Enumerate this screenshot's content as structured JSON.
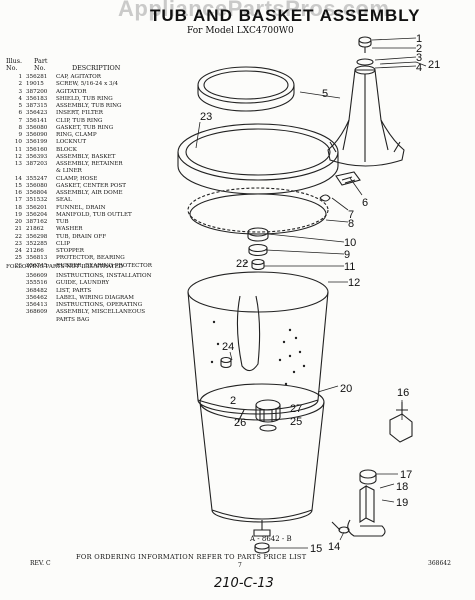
{
  "header": {
    "watermark": "AppliancePartsPros.com",
    "title": "TUB AND BASKET ASSEMBLY",
    "subtitle": "For Model LXC4700W0"
  },
  "parts_table": {
    "col_illus": "Illus.",
    "col_no": "No.",
    "col_part": "Part",
    "col_part_no": "No.",
    "col_desc": "DESCRIPTION",
    "rows": [
      {
        "illus": "1",
        "part": "356281",
        "desc": "CAP, AGITATOR"
      },
      {
        "illus": "2",
        "part": "19015",
        "desc": "SCREW, 5/16-24 x 3/4"
      },
      {
        "illus": "3",
        "part": "387200",
        "desc": "AGITATOR"
      },
      {
        "illus": "4",
        "part": "356183",
        "desc": "SHIELD, TUB RING"
      },
      {
        "illus": "5",
        "part": "387315",
        "desc": "ASSEMBLY, TUB RING"
      },
      {
        "illus": "6",
        "part": "356423",
        "desc": "INSERT, FILTER"
      },
      {
        "illus": "7",
        "part": "356141",
        "desc": "CLIP, TUB RING"
      },
      {
        "illus": "8",
        "part": "356080",
        "desc": "GASKET, TUB RING"
      },
      {
        "illus": "9",
        "part": "356090",
        "desc": "RING, CLAMP"
      },
      {
        "illus": "10",
        "part": "356199",
        "desc": "LOCKNUT"
      },
      {
        "illus": "11",
        "part": "356160",
        "desc": "BLOCK"
      },
      {
        "illus": "12",
        "part": "356393",
        "desc": "ASSEMBLY, BASKET"
      },
      {
        "illus": "13",
        "part": "387203",
        "desc": "ASSEMBLY, RETAINER"
      },
      {
        "illus": "",
        "part": "",
        "desc": "& LINER"
      },
      {
        "illus": "14",
        "part": "355247",
        "desc": "CLAMP, HOSE"
      },
      {
        "illus": "15",
        "part": "356080",
        "desc": "GASKET, CENTER POST"
      },
      {
        "illus": "16",
        "part": "356804",
        "desc": "ASSEMBLY, AIR DOME"
      },
      {
        "illus": "17",
        "part": "351532",
        "desc": "SEAL"
      },
      {
        "illus": "18",
        "part": "356201",
        "desc": "FUNNEL, DRAIN"
      },
      {
        "illus": "19",
        "part": "356204",
        "desc": "MANIFOLD, TUB OUTLET"
      },
      {
        "illus": "20",
        "part": "387162",
        "desc": "TUB"
      },
      {
        "illus": "21",
        "part": "21862",
        "desc": "WASHER"
      },
      {
        "illus": "22",
        "part": "356298",
        "desc": "TUB, DRAIN OFF"
      },
      {
        "illus": "23",
        "part": "352285",
        "desc": "CLIP"
      },
      {
        "illus": "24",
        "part": "21266",
        "desc": "STOPPER"
      },
      {
        "illus": "25",
        "part": "356813",
        "desc": "PROTECTOR, BEARING"
      },
      {
        "illus": "26",
        "part": "356745",
        "desc": "RUBBER, BEARING PROTECTOR"
      }
    ]
  },
  "not_illustrated": {
    "heading": "FOLLOWING PARTS NOT ILLUSTRATED",
    "rows": [
      {
        "part": "356609",
        "desc": "INSTRUCTIONS, INSTALLATION"
      },
      {
        "part": "355516",
        "desc": "GUIDE, LAUNDRY"
      },
      {
        "part": "368482",
        "desc": "LIST, PARTS"
      },
      {
        "part": "356462",
        "desc": "LABEL, WIRING DIAGRAM"
      },
      {
        "part": "356413",
        "desc": "INSTRUCTIONS, OPERATING"
      },
      {
        "part": "368609",
        "desc": "ASSEMBLY, MISCELLANEOUS"
      },
      {
        "part": "",
        "desc": "PARTS BAG"
      }
    ]
  },
  "callouts": [
    "1",
    "2",
    "3",
    "4",
    "21",
    "5",
    "23",
    "6",
    "7",
    "8",
    "10",
    "9",
    "22",
    "11",
    "12",
    "24",
    "20",
    "16",
    "17",
    "2",
    "27",
    "25",
    "26",
    "18",
    "19",
    "14",
    "15"
  ],
  "drawing_number": "A - 8642 - B",
  "footer": {
    "rev": "REV. C",
    "ordering_note": "FOR ORDERING INFORMATION REFER TO PARTS PRICE LIST",
    "page": "7",
    "doc_number": "368642",
    "handwritten": "210-C-13"
  }
}
